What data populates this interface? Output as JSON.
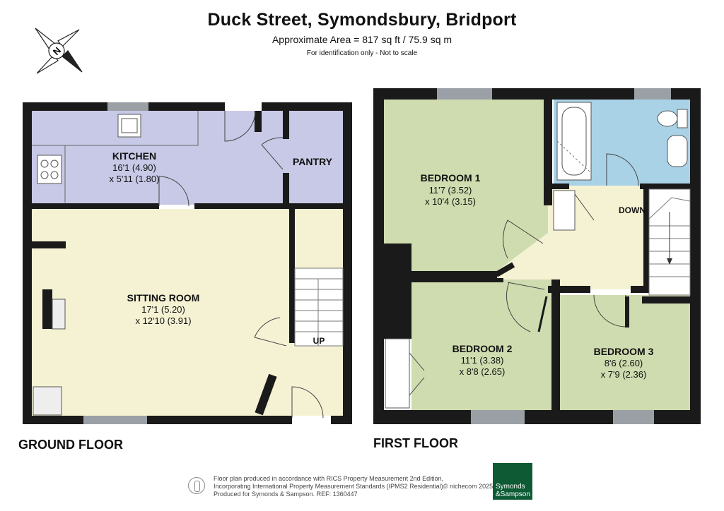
{
  "header": {
    "title": "Duck Street, Symondsbury, Bridport",
    "area": "Approximate Area = 817 sq ft / 75.9 sq m",
    "note": "For identification only - Not to scale"
  },
  "compass": {
    "letter": "N",
    "icon": "compass-rose-icon"
  },
  "floors": {
    "ground": "GROUND FLOOR",
    "first": "FIRST FLOOR"
  },
  "rooms": {
    "kitchen": {
      "name": "KITCHEN",
      "dim1": "16'1 (4.90)",
      "dim2": "x 5'11 (1.80)"
    },
    "pantry": {
      "name": "PANTRY"
    },
    "sitting": {
      "name": "SITTING ROOM",
      "dim1": "17'1 (5.20)",
      "dim2": "x 12'10 (3.91)"
    },
    "up": {
      "name": "UP"
    },
    "bed1": {
      "name": "BEDROOM 1",
      "dim1": "11'7 (3.52)",
      "dim2": "x 10'4 (3.15)"
    },
    "down": {
      "name": "DOWN"
    },
    "bed2": {
      "name": "BEDROOM 2",
      "dim1": "11'1 (3.38)",
      "dim2": "x 8'8 (2.65)"
    },
    "bed3": {
      "name": "BEDROOM 3",
      "dim1": "8'6 (2.60)",
      "dim2": "x 7'9 (2.36)"
    }
  },
  "footer": {
    "line1": "Floor plan produced in accordance with RICS Property Measurement 2nd Edition,",
    "line2": "Incorporating International Property Measurement Standards (IPMS2 Residential).",
    "line3": "Produced for Symonds & Sampson.   REF:  1360447",
    "credit": "© nichecom 2025.",
    "logo_line1": "Symonds",
    "logo_line2": "&Sampson"
  },
  "colors": {
    "wall": "#1a1a1a",
    "kitchen": "#c8c9e6",
    "sitting": "#f5f2d4",
    "bedroom": "#cfdcaf",
    "bathroom": "#a9d2e6",
    "landing": "#f5f2d4",
    "window": "#9aa0a6",
    "brand_green": "#0d5a34"
  }
}
